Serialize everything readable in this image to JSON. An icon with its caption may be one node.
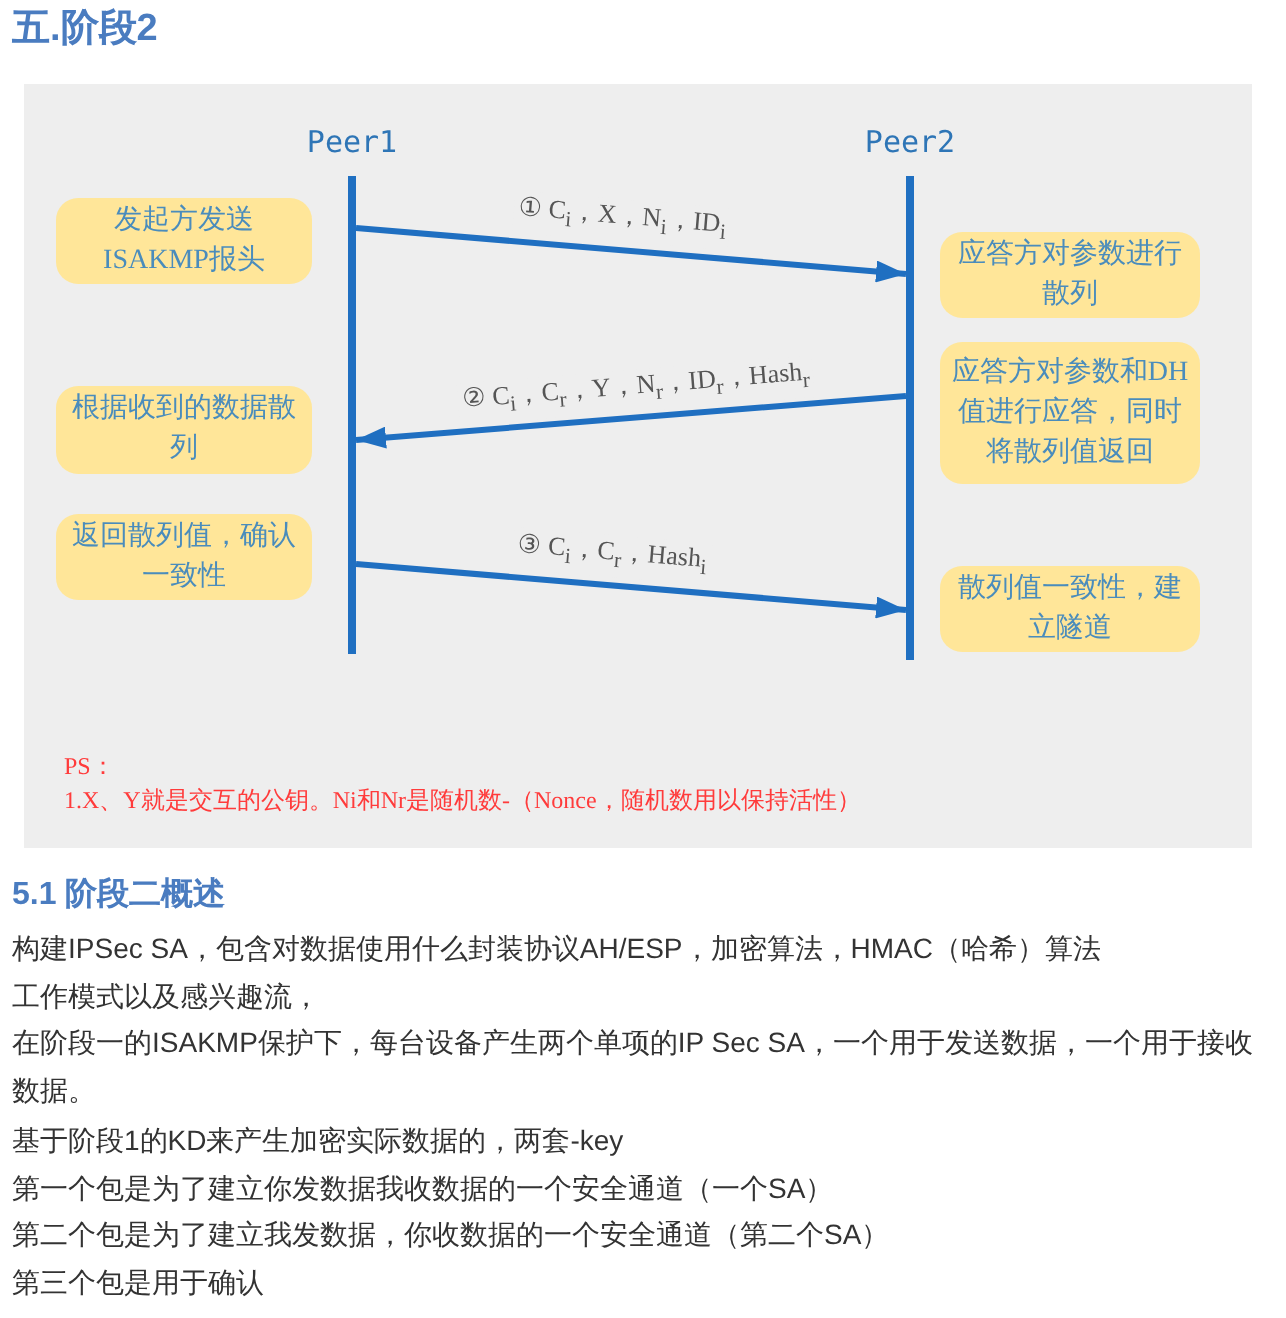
{
  "diagram": {
    "title": "五.阶段2",
    "nodes": [
      {
        "text": [
          "Peer1"
        ]
      },
      {
        "text": [
          "Peer2"
        ]
      },
      {
        "text": [
          "发起方发送ISAKMP报头"
        ]
      },
      {
        "text": [
          "根据收到的数据散列"
        ]
      },
      {
        "text": [
          "返回散列值，确认一致性"
        ]
      },
      {
        "text": [
          "应答方对参数进行散列"
        ]
      },
      {
        "text": [
          "应答方对参数和DH值进行应答，同时将散列值返回"
        ]
      },
      {
        "text": [
          "散列值一致性，建立隧道"
        ]
      }
    ],
    "edges": [
      {
        "from": 0,
        "to": 1,
        "arrow": "to",
        "label": "① C$_{i}$，X，N$_{i}$，ID$_{i}$"
      },
      {
        "from": 1,
        "to": 0,
        "arrow": "to",
        "label": "② C$_{i}$，C$_{r}$，Y，N$_{r}$，ID$_{r}$，Hash$_{r}$"
      },
      {
        "from": 0,
        "to": 1,
        "arrow": "to",
        "label": "③ C$_{i}$，C$_{r}$，Hash$_{i}$"
      }
    ],
    "labels": [
      "PS：",
      "1.X、Y就是交互的公钥。Ni和Nr是随机数-（Nonce，随机数用以保持活性）",
      "5.1 阶段二概述",
      "构建IPSec SA，包含对数据使用什么封装协议AH/ESP，加密算法，HMAC（哈希）算法",
      "工作模式以及感兴趣流，",
      "在阶段一的ISAKMP保护下，每台设备产生两个单项的IP Sec SA，一个用于发送数据，一个用于接收数据。",
      "基于阶段1的KD来产生加密实际数据的，两套-key",
      "第一个包是为了建立你发数据我收数据的一个安全通道（一个SA）",
      "第二个包是为了建立我发数据，你收数据的一个安全通道（第二个SA）",
      "第三个包是用于确认"
    ]
  }
}
